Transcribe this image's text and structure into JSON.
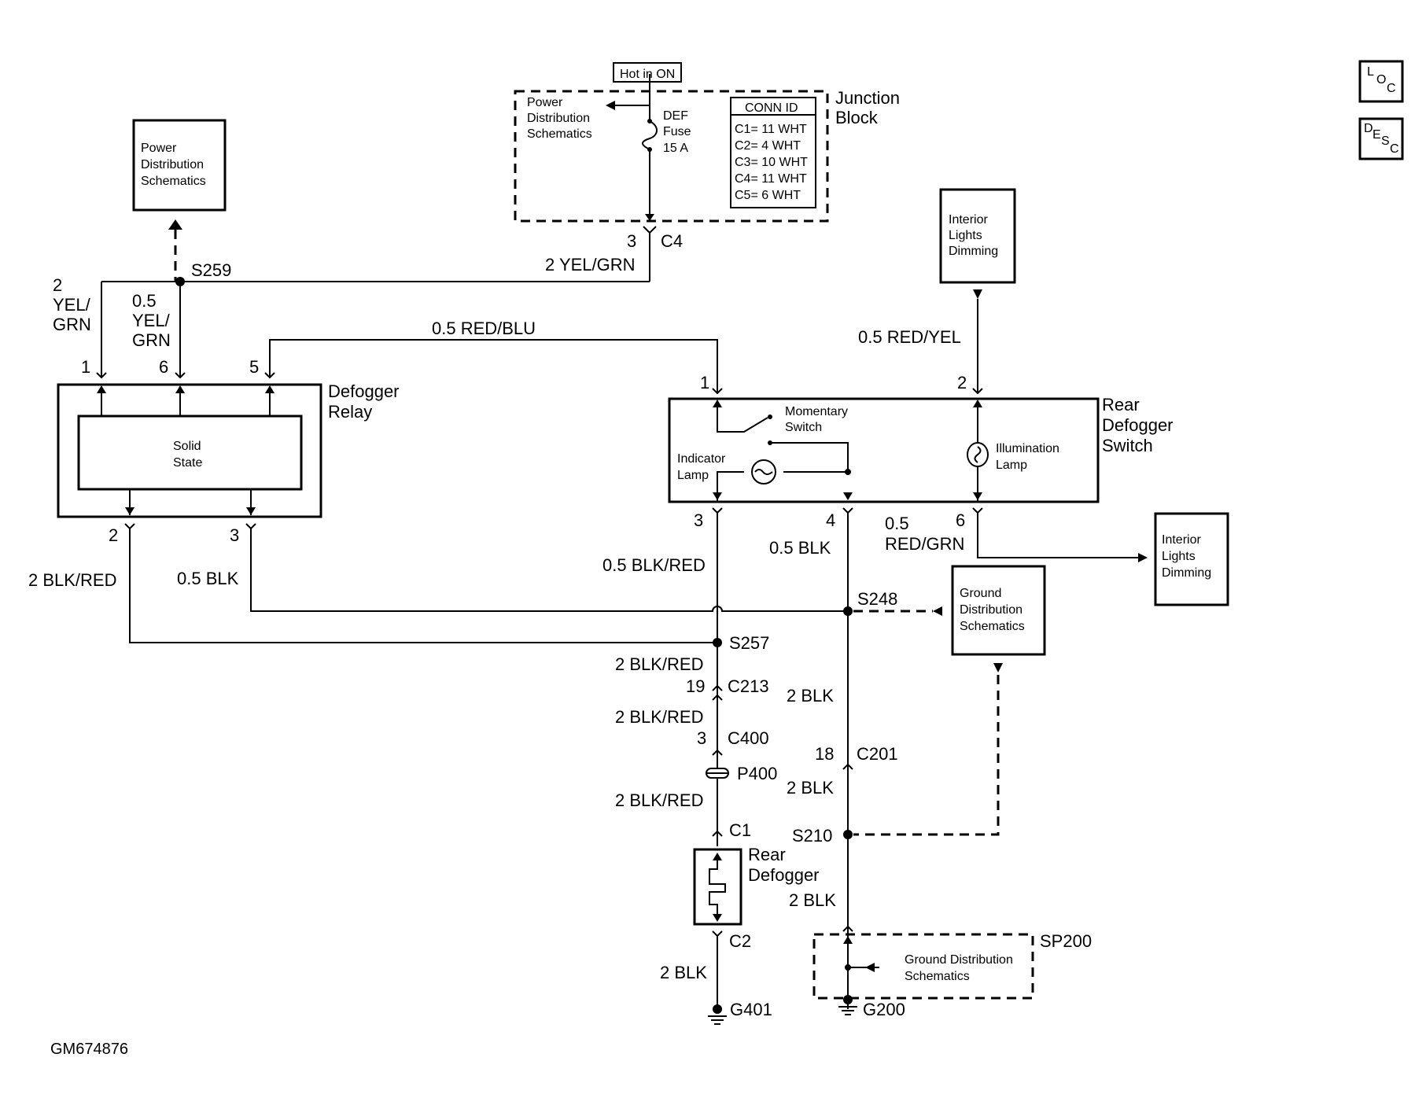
{
  "hot_in_on": "Hot in ON",
  "junction_block": {
    "line1": "Junction",
    "line2": "Block",
    "power_dist": [
      "Power",
      "Distribution",
      "Schematics"
    ],
    "fuse": [
      "DEF",
      "Fuse",
      "15 A"
    ],
    "conn_id_title": "CONN ID",
    "conn_ids": [
      "C1= 11 WHT",
      "C2= 4 WHT",
      "C3= 10 WHT",
      "C4= 11 WHT",
      "C5= 6 WHT"
    ]
  },
  "c4": {
    "pin": "3",
    "name": "C4",
    "wire": "2 YEL/GRN"
  },
  "power_dist_box": [
    "Power",
    "Distribution",
    "Schematics"
  ],
  "s259": "S259",
  "relay": {
    "name1": "Defogger",
    "name2": "Relay",
    "inner1": "Solid",
    "inner2": "State",
    "pin1": "1",
    "pin6": "6",
    "pin5": "5",
    "pin2": "2",
    "pin3": "3",
    "w1": [
      "2",
      "YEL/",
      "GRN"
    ],
    "w6": [
      "0.5",
      "YEL/",
      "GRN"
    ],
    "w2": "2 BLK/RED",
    "w3": "0.5 BLK"
  },
  "red_blu": "0.5 RED/BLU",
  "interior_lights_top": [
    "Interior",
    "Lights",
    "Dimming"
  ],
  "red_yel": "0.5 RED/YEL",
  "switch": {
    "name": [
      "Rear",
      "Defogger",
      "Switch"
    ],
    "momentary": [
      "Momentary",
      "Switch"
    ],
    "indicator": [
      "Indicator",
      "Lamp"
    ],
    "illumination": [
      "Illumination",
      "Lamp"
    ],
    "pin1": "1",
    "pin2": "2",
    "pin3": "3",
    "pin4": "4",
    "pin6": "6"
  },
  "w3_switch": "0.5 BLK/RED",
  "w4_switch": "0.5 BLK",
  "w6_switch": [
    "0.5",
    "RED/GRN"
  ],
  "interior_lights_right": [
    "Interior",
    "Lights",
    "Dimming"
  ],
  "ground_dist": [
    "Ground",
    "Distribution",
    "Schematics"
  ],
  "s248": "S248",
  "s257": "S257",
  "left_branch": {
    "w_a": "2 BLK/RED",
    "c213_pin": "19",
    "c213": "C213",
    "w_b": "2 BLK/RED",
    "c400_pin": "3",
    "c400": "C400",
    "p400": "P400",
    "w_c": "2 BLK/RED",
    "c1": "C1",
    "defogger": [
      "Rear",
      "Defogger"
    ],
    "c2": "C2",
    "w_d": "2 BLK",
    "g401": "G401"
  },
  "right_branch": {
    "w_a": "2 BLK",
    "c201_pin": "18",
    "c201": "C201",
    "w_b": "2 BLK",
    "s210": "S210",
    "w_c": "2 BLK",
    "sp200": "SP200",
    "gd": [
      "Ground Distribution",
      "Schematics"
    ],
    "g200": "G200"
  },
  "gm_id": "GM674876",
  "loc": {
    "a": "L",
    "b": "O",
    "c": "C"
  },
  "desc": {
    "a": "D",
    "b": "E",
    "c": "S",
    "d": "C"
  }
}
